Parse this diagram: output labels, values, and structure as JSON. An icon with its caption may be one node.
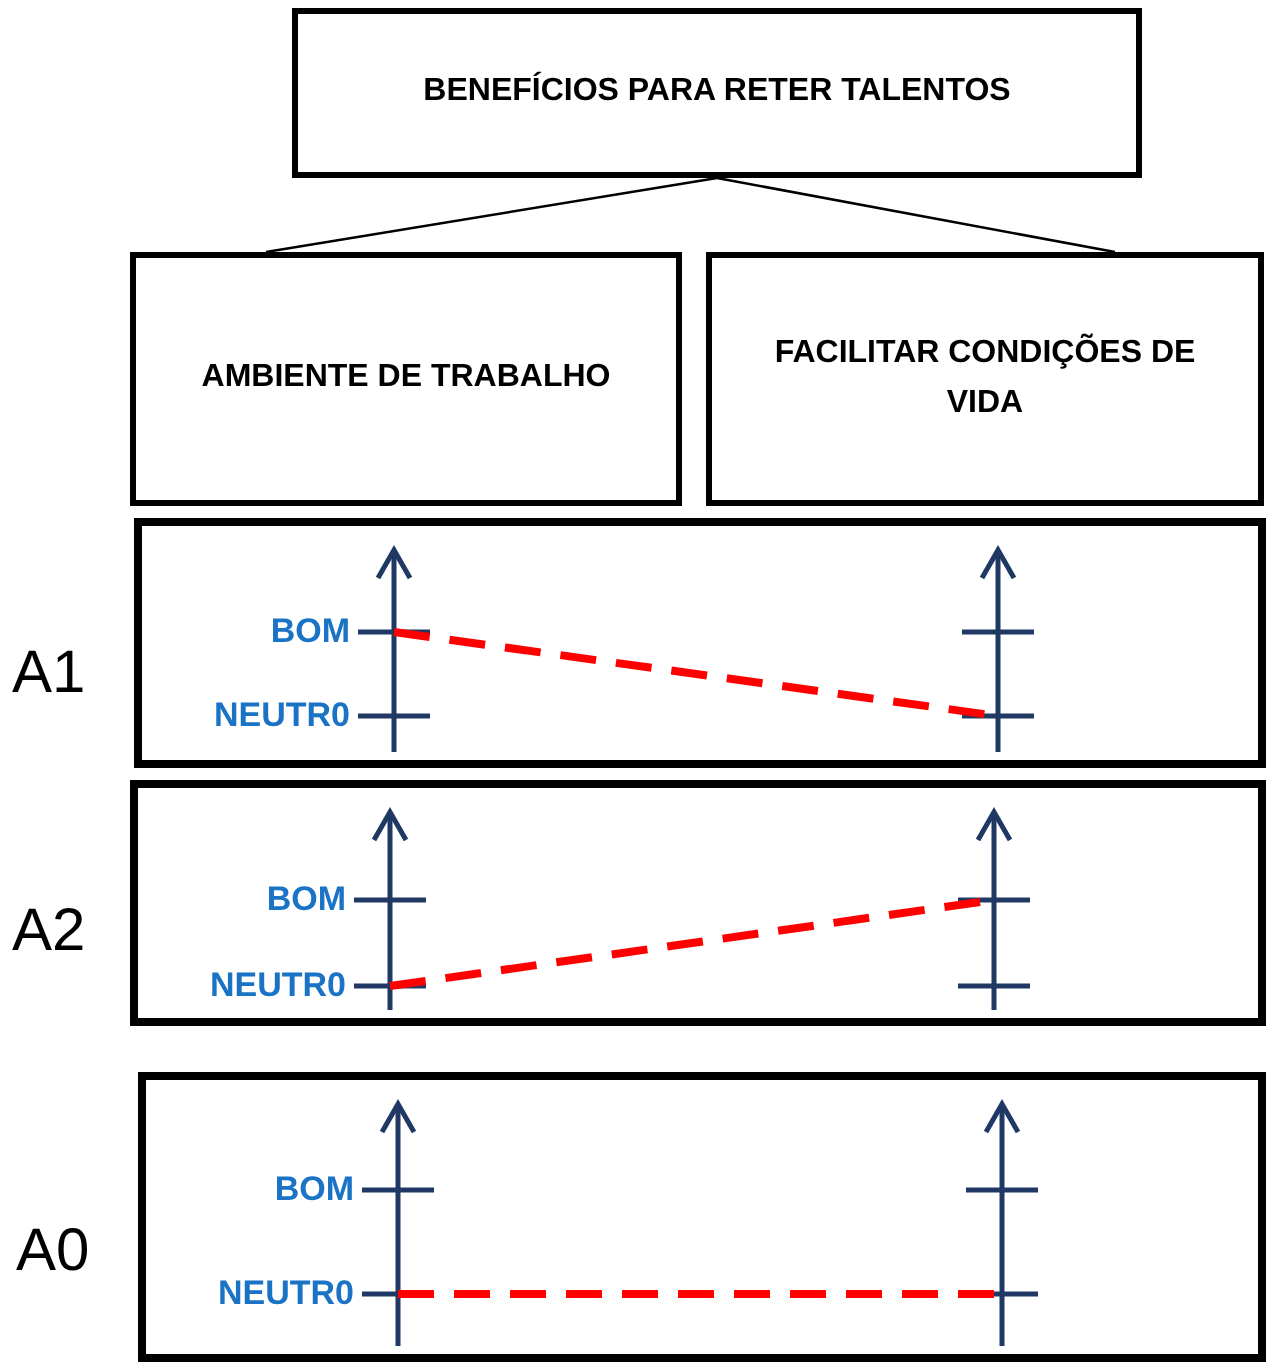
{
  "diagram": {
    "nodes": [
      {
        "text": [
          "BENEFÍCIOS PARA RETER TALENTOS"
        ]
      },
      {
        "text": [
          "AMBIENTE DE TRABALHO"
        ]
      },
      {
        "text": [
          "FACILITAR CONDIÇÕES DE VIDA"
        ]
      },
      {
        "text": [
          "BOM",
          "NEUTR0"
        ],
        "beside": [
          "A1"
        ]
      },
      {
        "text": [
          "BOM",
          "NEUTR0"
        ],
        "beside": [
          "A2"
        ]
      },
      {
        "text": [
          "BOM",
          "NEUTR0"
        ],
        "beside": [
          "A0"
        ]
      }
    ],
    "edges": [
      {
        "from": 0,
        "to": 1,
        "arrow": "none"
      },
      {
        "from": 0,
        "to": 2,
        "arrow": "none"
      }
    ]
  }
}
